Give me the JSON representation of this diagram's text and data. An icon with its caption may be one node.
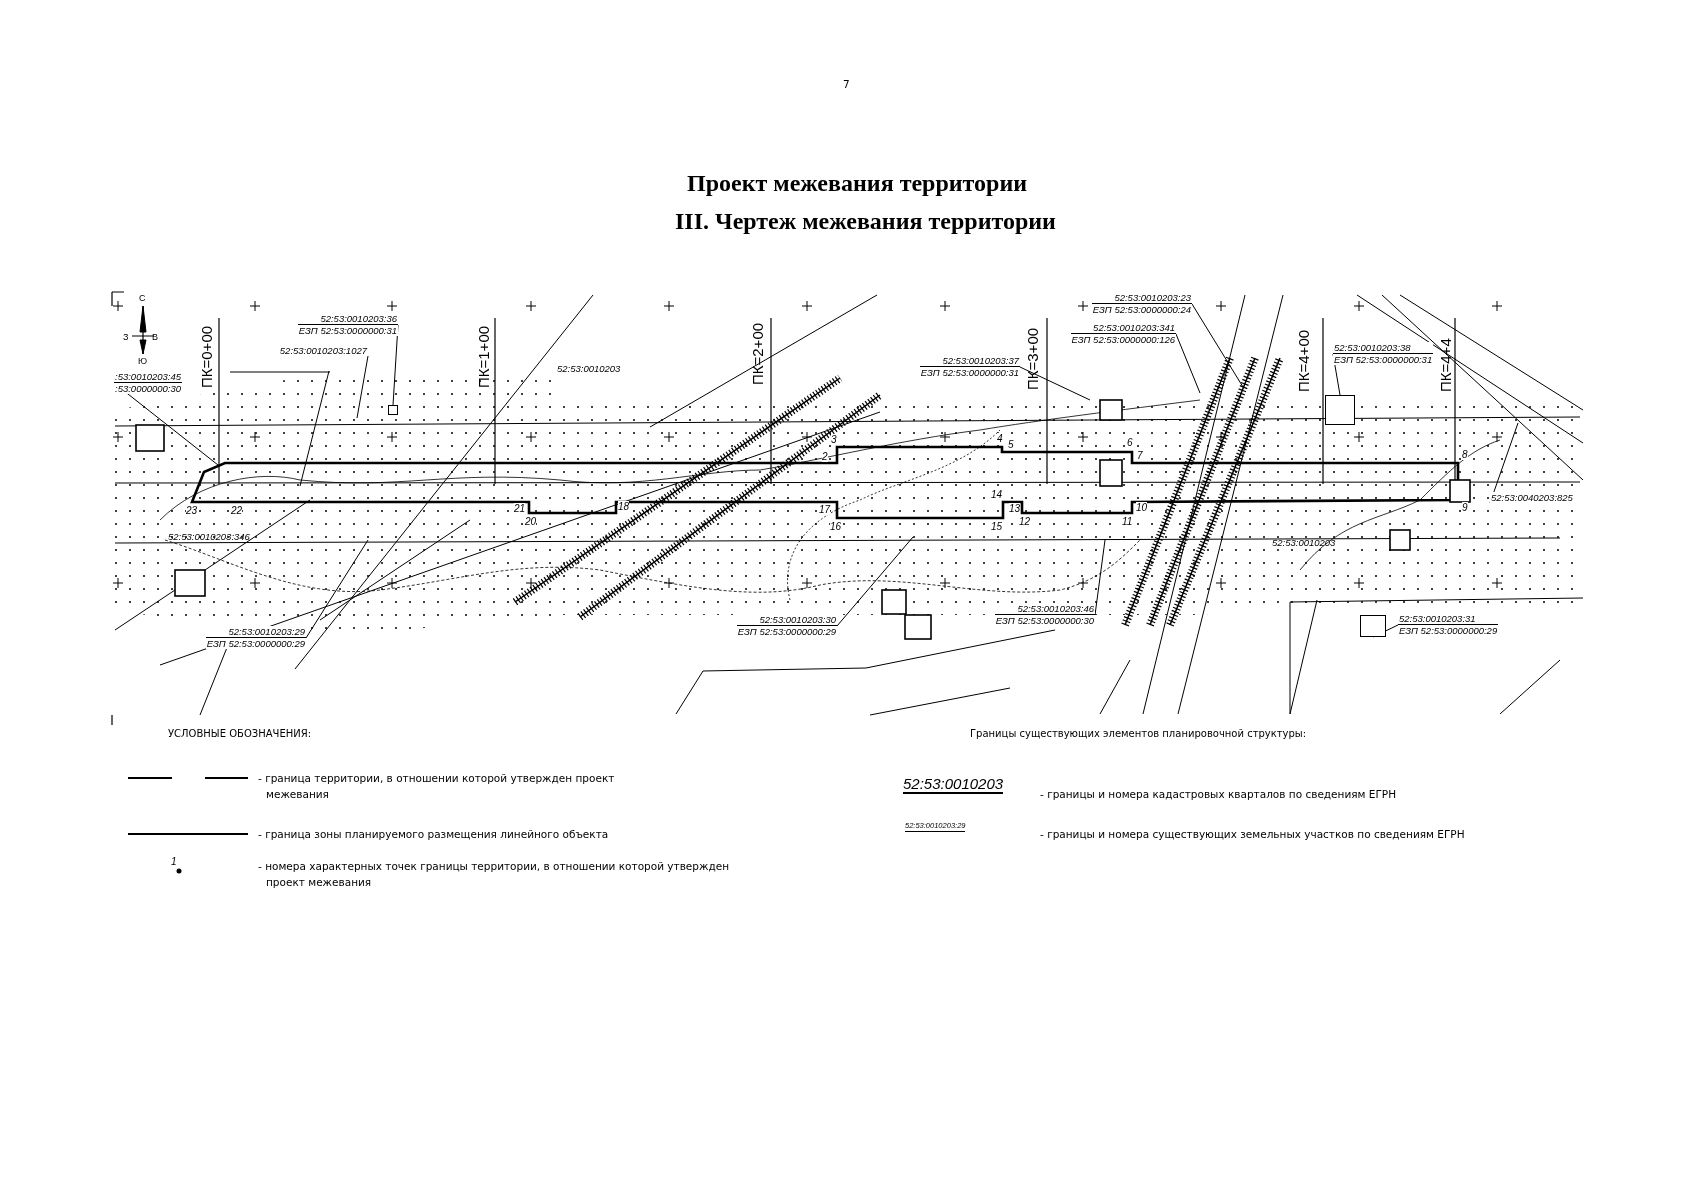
{
  "diagram": {
    "title": "Проект межевания территории",
    "nodes": [
      {
        "text": [
          ":53:0010203:45",
          ":53:0000000:30"
        ]
      },
      {
        "text": [
          "52:53:0010203:36",
          "ЕЗП 52:53:0000000:31"
        ]
      },
      {
        "text": [
          "52:53:0010203:1027"
        ]
      },
      {
        "text": [
          "52:53:0010203:29",
          "ЕЗП 52:53:0000000:29"
        ]
      },
      {
        "text": [
          "52:53:0010203:30",
          "ЕЗП 52:53:0000000:29"
        ]
      },
      {
        "text": [
          "52:53:0010203:37",
          "ЕЗП 52:53:0000000:31"
        ]
      },
      {
        "text": [
          "52:53:0010203:23",
          "ЕЗП 52:53:0000000:24"
        ]
      },
      {
        "text": [
          "52:53:0010203:341",
          "ЕЗП 52:53:0000000:126"
        ]
      },
      {
        "text": [
          "52:53:0010203:38",
          "ЕЗП 52:53:0000000:31"
        ]
      },
      {
        "text": [
          "52:53:0010203:46",
          "ЕЗП 52:53:0000000:30"
        ]
      },
      {
        "text": [
          "52:53:0040203:825"
        ]
      },
      {
        "text": [
          "52:53:0010203:31",
          "ЕЗП 52:53:0000000:29"
        ]
      },
      {
        "text": [],
        "shape": "box"
      },
      {
        "text": [],
        "shape": "box"
      },
      {
        "text": [],
        "shape": "box"
      }
    ],
    "edges": [
      {
        "from": 0,
        "to": null,
        "arrow": "none"
      },
      {
        "from": 1,
        "to": 12,
        "arrow": "none"
      },
      {
        "from": 2,
        "to": null,
        "arrow": "none"
      },
      {
        "from": 3,
        "to": null,
        "arrow": "none"
      },
      {
        "from": 4,
        "to": null,
        "arrow": "none"
      },
      {
        "from": 5,
        "to": null,
        "arrow": "none"
      },
      {
        "from": 6,
        "to": null,
        "arrow": "none"
      },
      {
        "from": 7,
        "to": null,
        "arrow": "none"
      },
      {
        "from": 8,
        "to": 14,
        "arrow": "none"
      },
      {
        "from": 9,
        "to": null,
        "arrow": "none"
      },
      {
        "from": 10,
        "to": null,
        "arrow": "none"
      },
      {
        "from": 11,
        "to": 13,
        "arrow": "none"
      }
    ],
    "labels": [
      "7",
      "III. Чертеж межевания территории",
      "С",
      "З",
      "В",
      "Ю",
      "ПК=0+00",
      "ПК=1+00",
      "52:53:0010203",
      "ПК=2+00",
      "ПК=3+00",
      "ПК=4+00",
      "ПК=4+4",
      "52:53:0010203:346",
      "23",
      "22",
      "21",
      "20",
      "18",
      "3",
      "2",
      "4",
      "5",
      "6",
      "7",
      "8",
      "17",
      "16",
      "14",
      "13",
      "15",
      "12",
      "11",
      "10",
      "9",
      "52:53:0010203",
      "УСЛОВНЫЕ ОБОЗНАЧЕНИЯ:",
      "1",
      "Границы существующих элементов планировочной структуры:",
      "52:53:0010203",
      "52:53:0010203:29"
    ],
    "legend": [
      {
        "text": "- граница территории, в отношении которой утвержден проект межевания"
      },
      {
        "text": "- граница зоны планируемого размещения линейного объекта"
      },
      {
        "text": "- номера характерных точек границы территории, в отношении которой утвержден проект межевания"
      },
      {
        "text": "- границы и номера кадастровых кварталов по сведениям ЕГРН"
      },
      {
        "text": "- границы и номера существующих земельных участков по сведениям ЕГРН"
      }
    ]
  }
}
